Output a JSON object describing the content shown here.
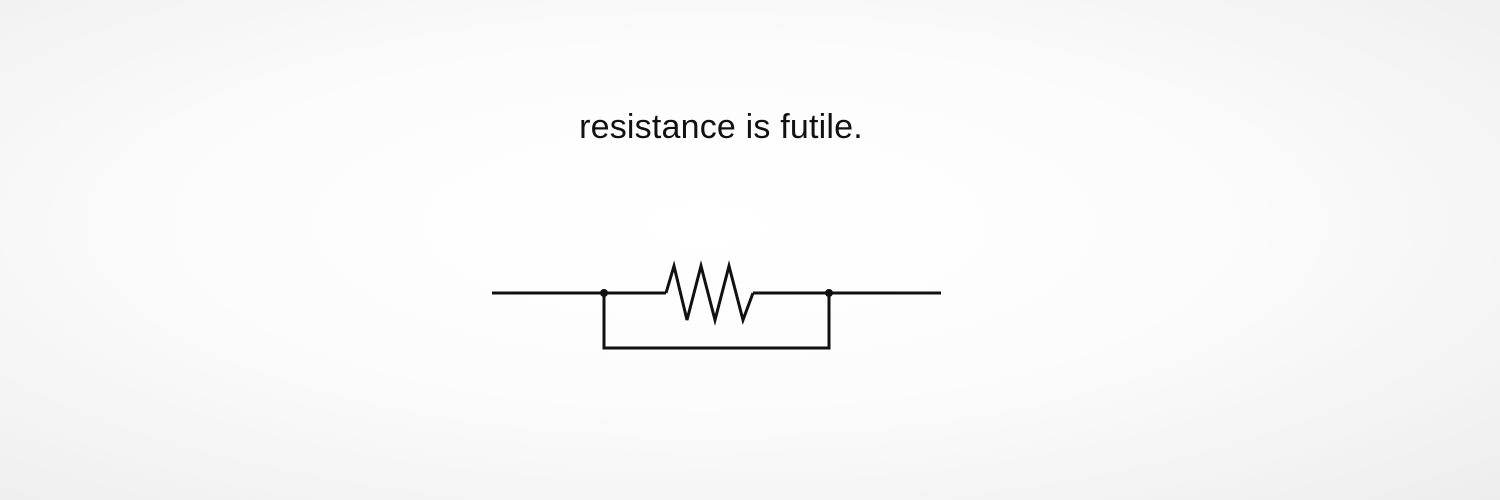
{
  "caption": {
    "text": "resistance is futile."
  },
  "diagram": {
    "type": "circuit-schematic",
    "components": [
      "wire-in",
      "node-left",
      "resistor",
      "node-right",
      "wire-out",
      "short-circuit-bypass"
    ],
    "stroke_color": "#111111",
    "text_color": "#111111",
    "background_color": "#ffffff"
  }
}
